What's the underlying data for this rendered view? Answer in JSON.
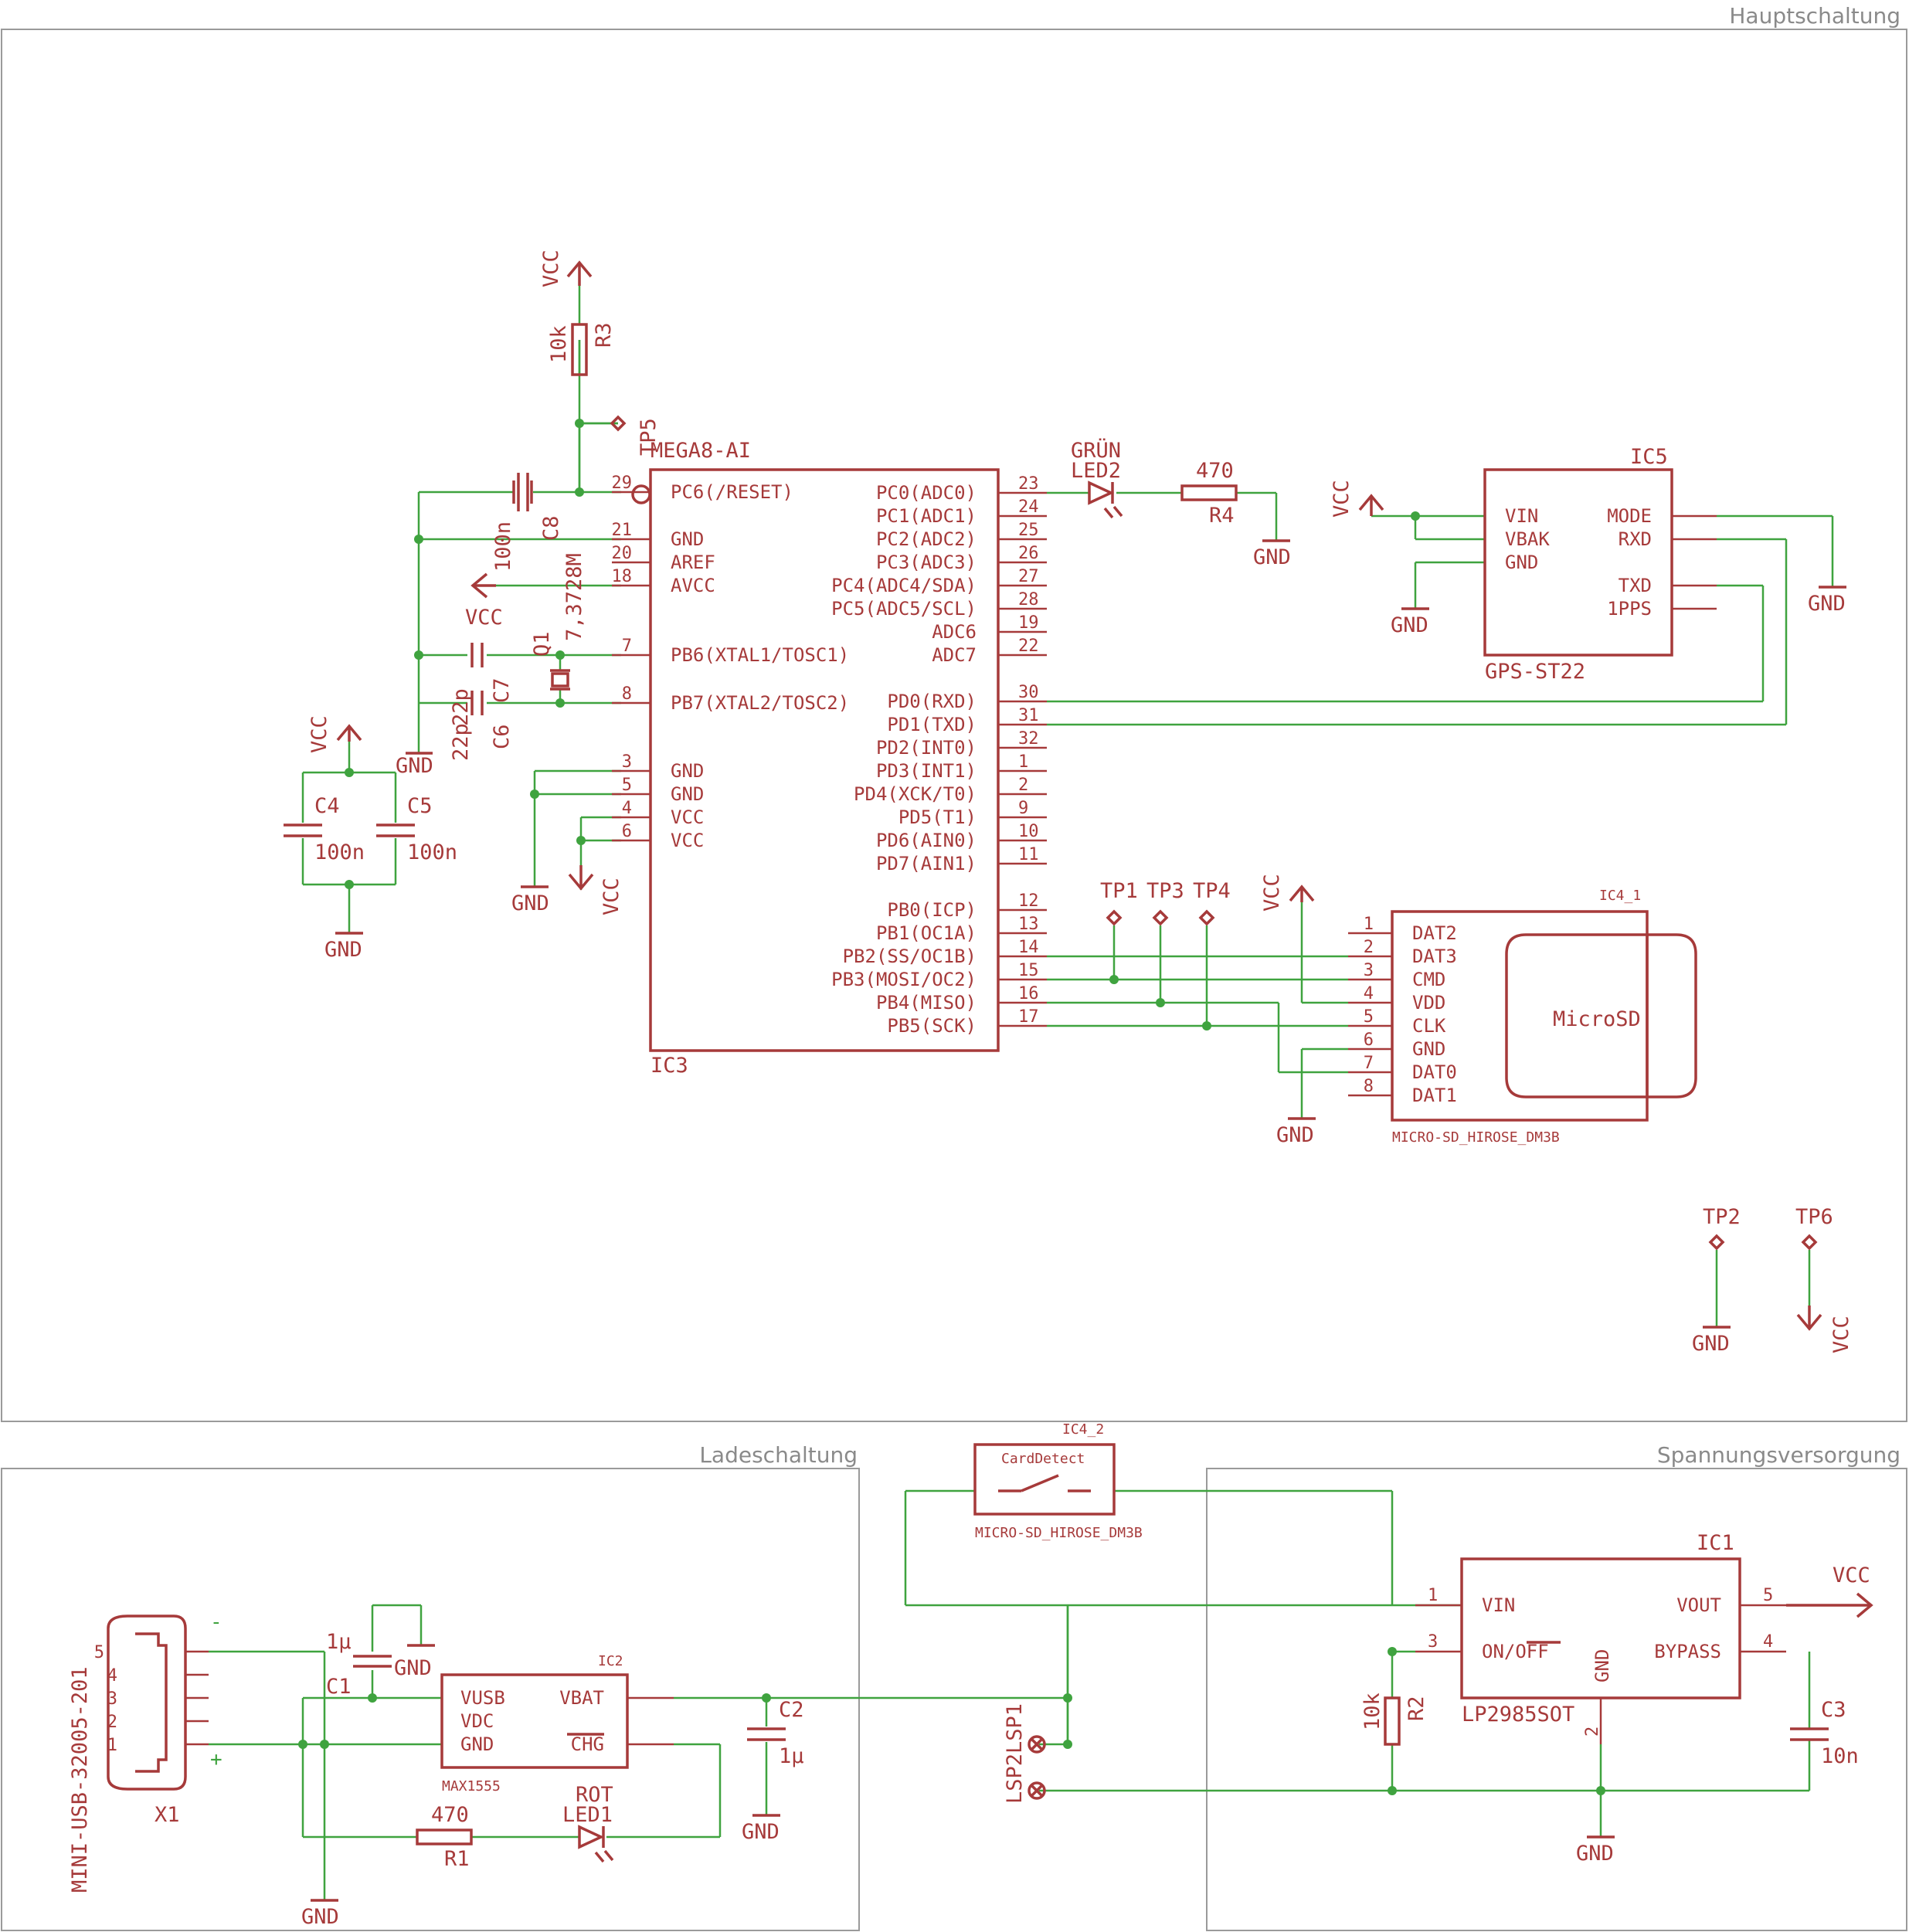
{
  "frames": {
    "main": "Hauptschaltung",
    "charge": "Ladeschaltung",
    "power": "Spannungsversorgung"
  },
  "colors": {
    "part": "#a63a3a",
    "wire": "#3fa33f",
    "frame": "#9a9a9a"
  },
  "nets": {
    "vcc": "VCC",
    "gnd": "GND"
  },
  "ic3": {
    "name": "IC3",
    "value": "MEGA8-AI",
    "left_pins": [
      {
        "num": "29",
        "label": "PC6(/RESET)"
      },
      {
        "num": "21",
        "label": "GND"
      },
      {
        "num": "20",
        "label": "AREF"
      },
      {
        "num": "18",
        "label": "AVCC"
      },
      {
        "num": "7",
        "label": "PB6(XTAL1/TOSC1)"
      },
      {
        "num": "8",
        "label": "PB7(XTAL2/TOSC2)"
      },
      {
        "num": "3",
        "label": "GND"
      },
      {
        "num": "5",
        "label": "GND"
      },
      {
        "num": "4",
        "label": "VCC"
      },
      {
        "num": "6",
        "label": "VCC"
      }
    ],
    "right_pins": [
      {
        "num": "23",
        "label": "PC0(ADC0)"
      },
      {
        "num": "24",
        "label": "PC1(ADC1)"
      },
      {
        "num": "25",
        "label": "PC2(ADC2)"
      },
      {
        "num": "26",
        "label": "PC3(ADC3)"
      },
      {
        "num": "27",
        "label": "PC4(ADC4/SDA)"
      },
      {
        "num": "28",
        "label": "PC5(ADC5/SCL)"
      },
      {
        "num": "19",
        "label": "ADC6"
      },
      {
        "num": "22",
        "label": "ADC7"
      },
      {
        "num": "30",
        "label": "PD0(RXD)"
      },
      {
        "num": "31",
        "label": "PD1(TXD)"
      },
      {
        "num": "32",
        "label": "PD2(INT0)"
      },
      {
        "num": "1",
        "label": "PD3(INT1)"
      },
      {
        "num": "2",
        "label": "PD4(XCK/T0)"
      },
      {
        "num": "9",
        "label": "PD5(T1)"
      },
      {
        "num": "10",
        "label": "PD6(AIN0)"
      },
      {
        "num": "11",
        "label": "PD7(AIN1)"
      },
      {
        "num": "12",
        "label": "PB0(ICP)"
      },
      {
        "num": "13",
        "label": "PB1(OC1A)"
      },
      {
        "num": "14",
        "label": "PB2(SS/OC1B)"
      },
      {
        "num": "15",
        "label": "PB3(MOSI/OC2)"
      },
      {
        "num": "16",
        "label": "PB4(MISO)"
      },
      {
        "num": "17",
        "label": "PB5(SCK)"
      }
    ]
  },
  "ic5": {
    "name": "IC5",
    "value": "GPS-ST22",
    "left_pins": [
      "VIN",
      "VBAK",
      "GND"
    ],
    "right_pins": [
      "MODE",
      "RXD",
      "TXD",
      "1PPS"
    ]
  },
  "ic4_1": {
    "name": "IC4_1",
    "value": "MICRO-SD_HIROSE_DM3B",
    "center_label": "MicroSD",
    "pins": [
      {
        "num": "1",
        "label": "DAT2"
      },
      {
        "num": "2",
        "label": "DAT3"
      },
      {
        "num": "3",
        "label": "CMD"
      },
      {
        "num": "4",
        "label": "VDD"
      },
      {
        "num": "5",
        "label": "CLK"
      },
      {
        "num": "6",
        "label": "GND"
      },
      {
        "num": "7",
        "label": "DAT0"
      },
      {
        "num": "8",
        "label": "DAT1"
      }
    ]
  },
  "ic4_2": {
    "name": "IC4_2",
    "value": "MICRO-SD_HIROSE_DM3B",
    "label": "CardDetect"
  },
  "ic2": {
    "name": "IC2",
    "value": "MAX1555",
    "pins": [
      "VUSB",
      "VDC",
      "GND",
      "VBAT",
      "CHG"
    ]
  },
  "ic1": {
    "name": "IC1",
    "value": "LP2985SOT",
    "pins": [
      {
        "num": "1",
        "label": "VIN"
      },
      {
        "num": "3",
        "label": "ON/OFF"
      },
      {
        "num": "5",
        "label": "VOUT"
      },
      {
        "num": "4",
        "label": "BYPASS"
      },
      {
        "num": "2",
        "label": "GND"
      }
    ]
  },
  "x1": {
    "name": "X1",
    "value": "MINI-USB-32005-201",
    "pins": [
      "5",
      "4",
      "3",
      "2",
      "1"
    ],
    "minus": "-",
    "plus": "+"
  },
  "parts": {
    "r3_name": "R3",
    "r3_value": "10k",
    "r4_name": "R4",
    "r4_value": "470",
    "r1_name": "R1",
    "r1_value": "470",
    "r2_name": "R2",
    "r2_value": "10k",
    "c8_name": "C8",
    "c8_value": "100n",
    "c7_name": "C7",
    "c7_value": "22p",
    "c6_name": "C6",
    "c6_value": "22p",
    "c4_name": "C4",
    "c4_value": "100n",
    "c5_name": "C5",
    "c5_value": "100n",
    "c1_name": "C1",
    "c1_value": "1µ",
    "c2_name": "C2",
    "c2_value": "1µ",
    "c3_name": "C3",
    "c3_value": "10n",
    "q1_name": "Q1",
    "q1_value": "7,3728M",
    "led2_name": "LED2",
    "led2_value": "GRÜN",
    "led1_name": "LED1",
    "led1_value": "ROT",
    "lsp1": "LSP1",
    "lsp2": "LSP2"
  },
  "testpoints": [
    "TP1",
    "TP3",
    "TP4",
    "TP2",
    "TP6",
    "TP5"
  ]
}
